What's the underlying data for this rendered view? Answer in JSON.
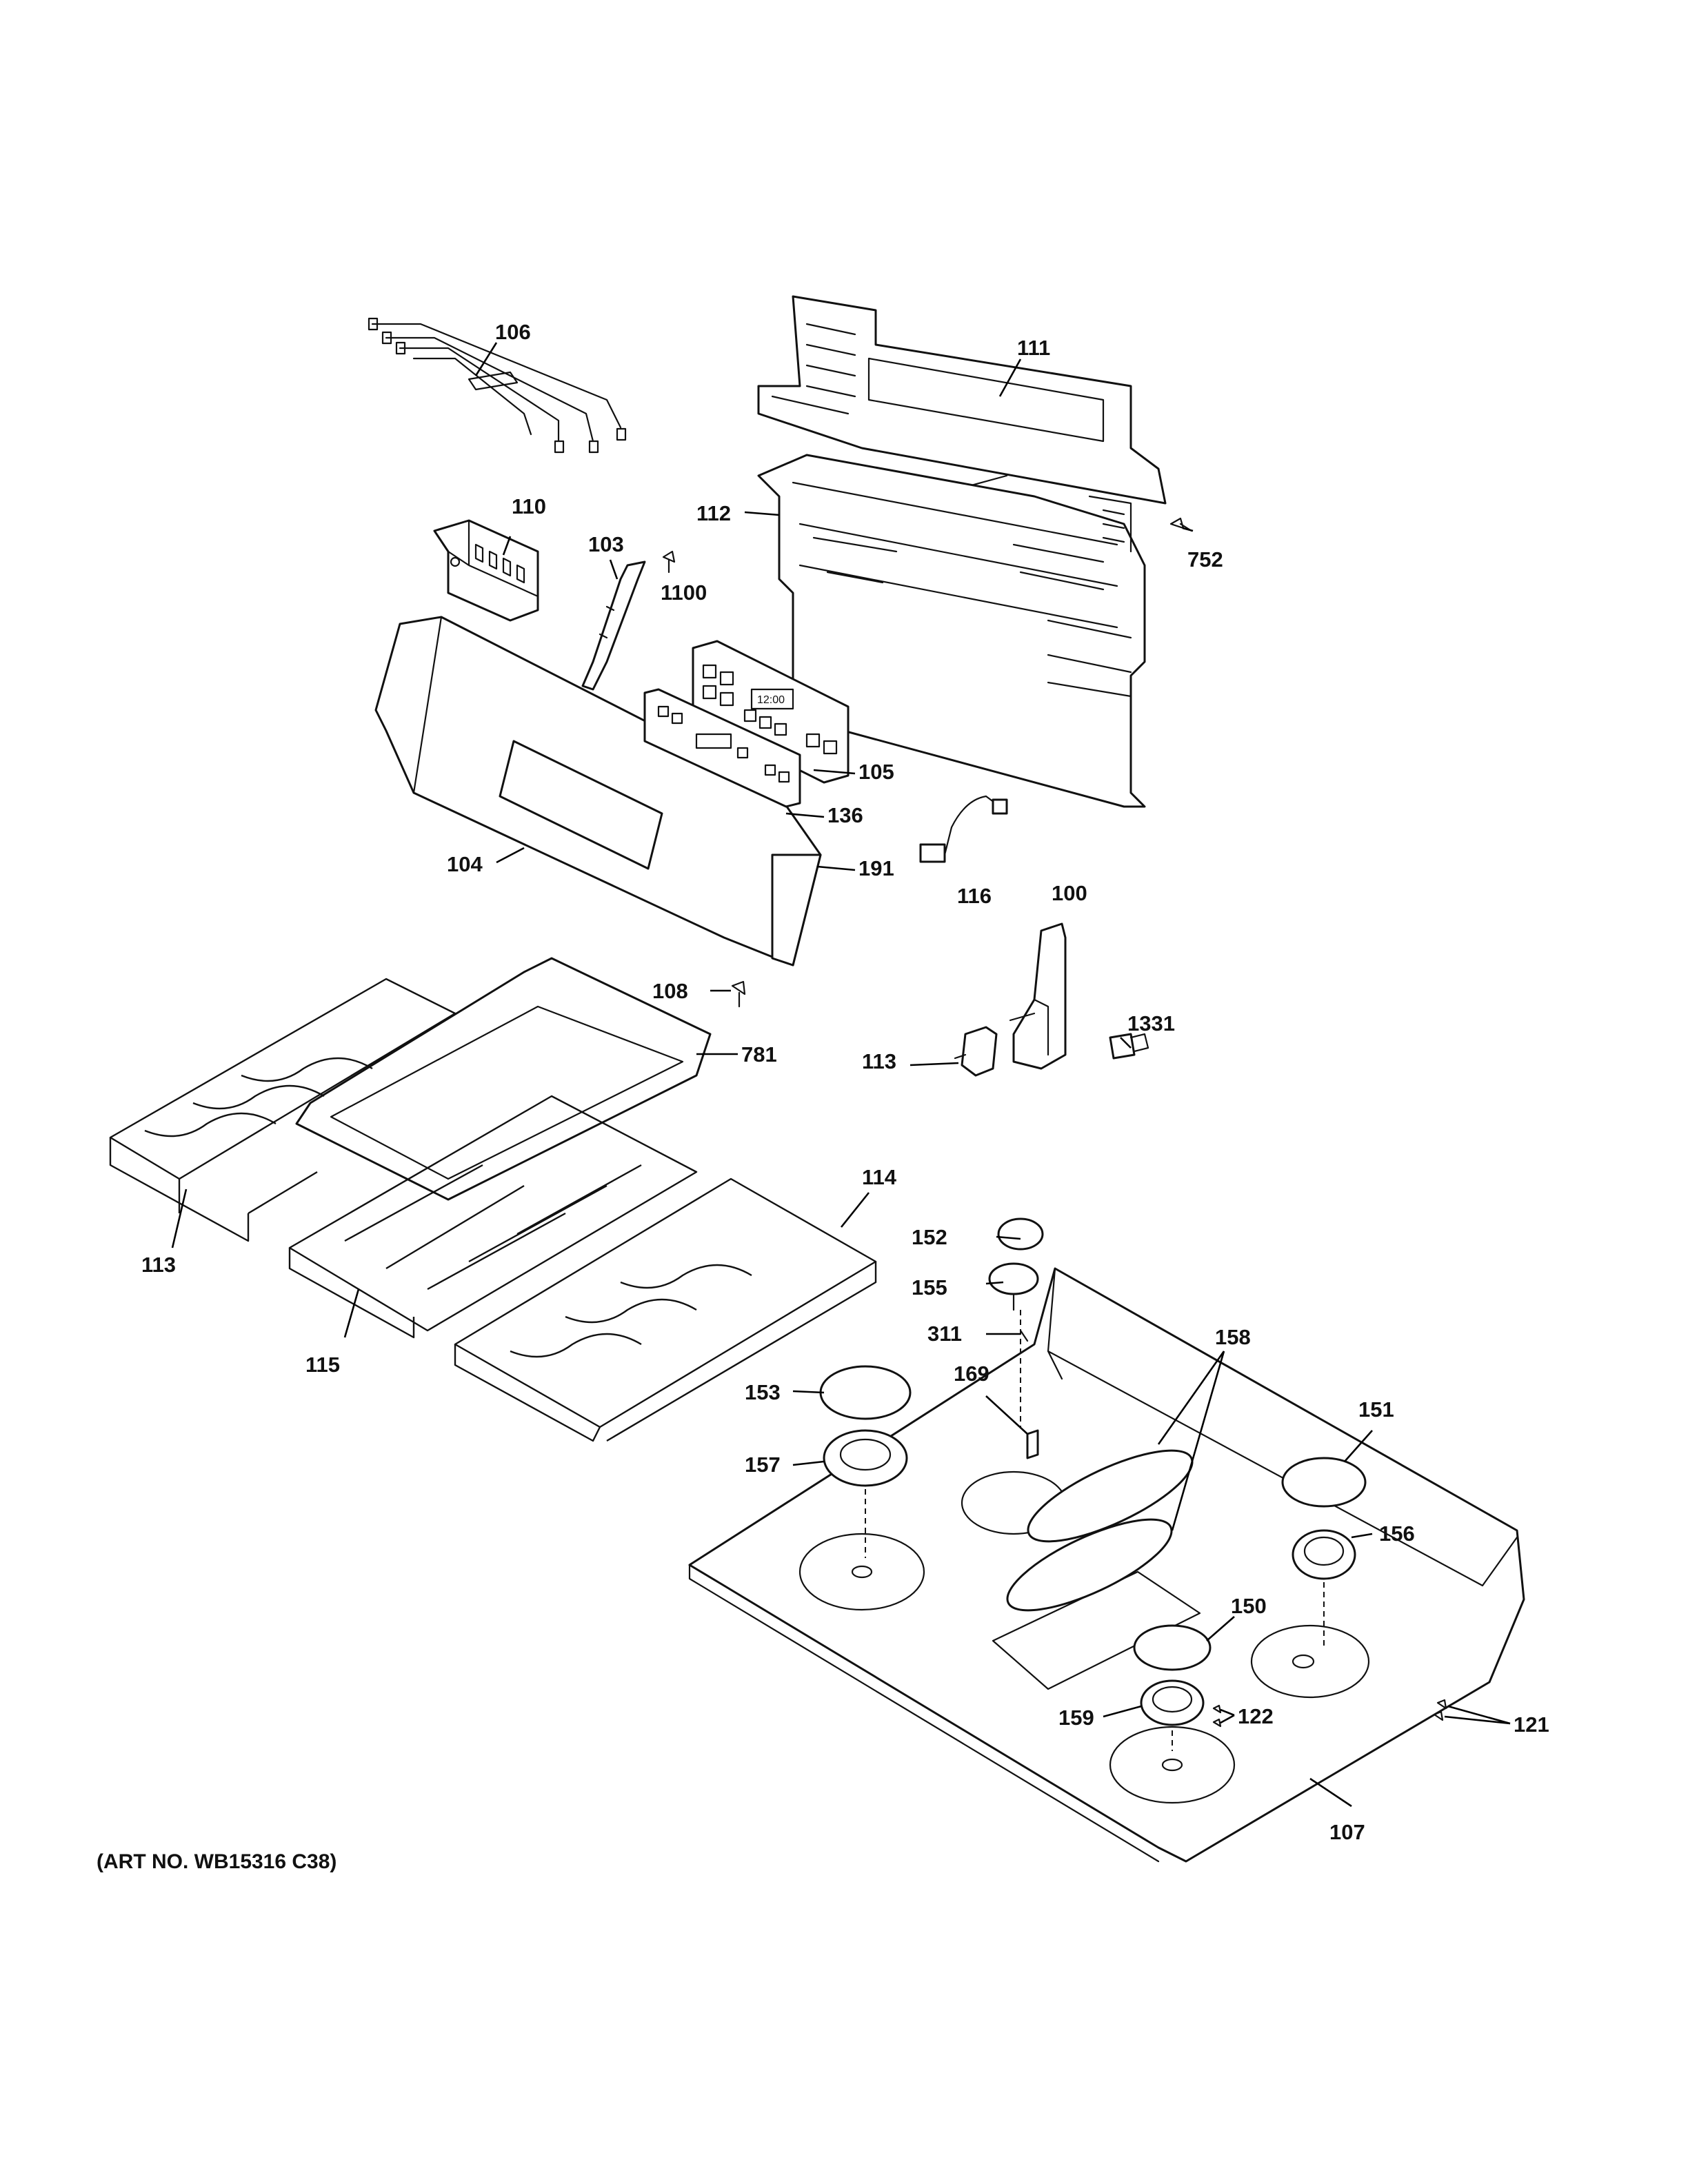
{
  "diagram": {
    "art_number": "(ART NO. WB15316 C38)",
    "display_time": "12:00",
    "callouts": [
      "100",
      "103",
      "104",
      "105",
      "106",
      "107",
      "108",
      "110",
      "111",
      "112",
      "113",
      "113",
      "114",
      "115",
      "116",
      "121",
      "122",
      "136",
      "150",
      "151",
      "152",
      "153",
      "155",
      "156",
      "157",
      "158",
      "159",
      "169",
      "191",
      "311",
      "752",
      "781",
      "1100",
      "1331"
    ]
  }
}
